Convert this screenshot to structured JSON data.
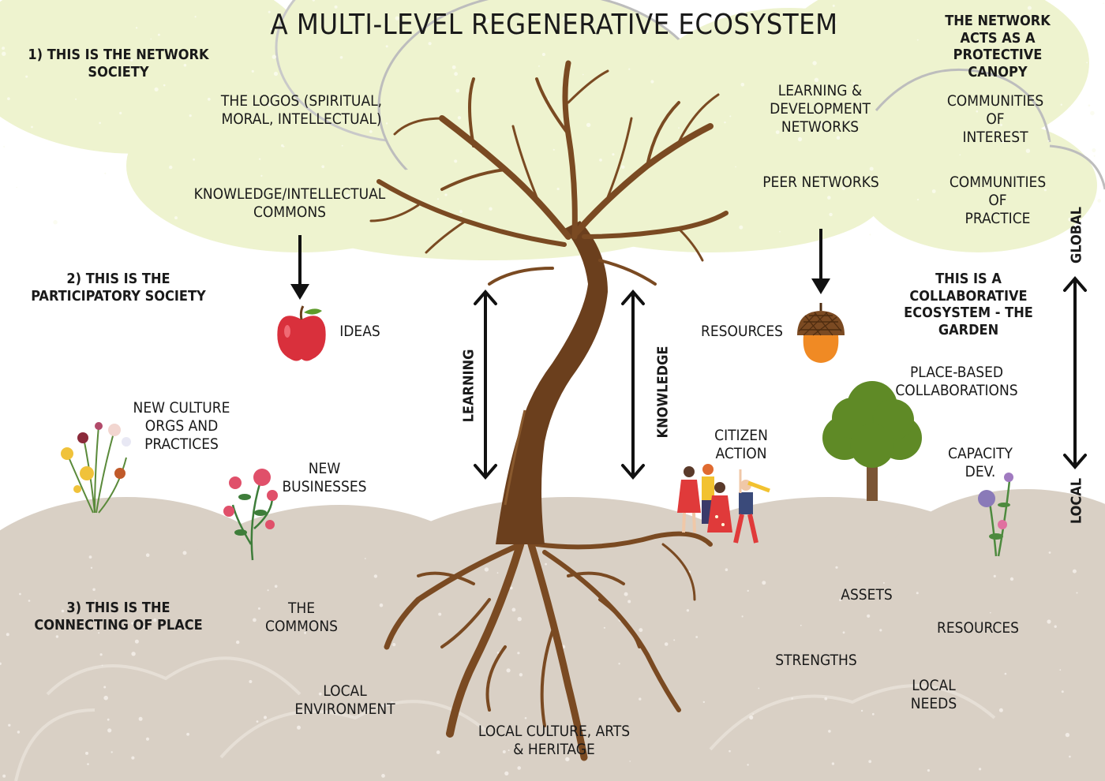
{
  "title": "A MULTI-LEVEL REGENERATIVE ECOSYSTEM",
  "levels": {
    "network": "1) THIS IS THE NETWORK\nSOCIETY",
    "participatory": "2) THIS IS THE\nPARTICIPATORY SOCIETY",
    "place": "3) THIS IS THE\nCONNECTING OF PLACE"
  },
  "canopy_note": "THE NETWORK ACTS AS A\nPROTECTIVE CANOPY",
  "garden_note": "THIS IS A COLLABORATIVE\nECOSYSTEM - THE GARDEN",
  "canopy_items": {
    "logos": "THE LOGOS (SPIRITUAL,\nMORAL, INTELLECTUAL)",
    "knowledge_commons": "KNOWLEDGE/INTELLECTUAL\nCOMMONS",
    "learning_networks": "LEARNING &\nDEVELOPMENT\nNETWORKS",
    "communities_interest": "COMMUNITIES OF\nINTEREST",
    "peer_networks": "PEER NETWORKS",
    "communities_practice": "COMMUNITIES OF\nPRACTICE"
  },
  "middle_items": {
    "ideas": "IDEAS",
    "resources": "RESOURCES",
    "learning": "LEARNING",
    "knowledge": "KNOWLEDGE",
    "new_culture": "NEW CULTURE\nORGS AND\nPRACTICES",
    "new_businesses": "NEW\nBUSINESSES",
    "place_based": "PLACE-BASED\nCOLLABORATIONS",
    "citizen_action": "CITIZEN\nACTION",
    "capacity_dev": "CAPACITY\nDEV."
  },
  "scale": {
    "global": "GLOBAL",
    "local": "LOCAL"
  },
  "ground_items": {
    "the_commons": "THE\nCOMMONS",
    "local_environment": "LOCAL\nENVIRONMENT",
    "local_culture": "LOCAL CULTURE, ARTS\n& HERITAGE",
    "assets": "ASSETS",
    "resources": "RESOURCES",
    "strengths": "STRENGTHS",
    "local_needs": "LOCAL\nNEEDS"
  },
  "colors": {
    "canopy": "#eef3cf",
    "ground": "#d9d0c5",
    "trunk": "#6b3f1d",
    "branch": "#7a4a22",
    "apple": "#d9303c",
    "acorn_cap": "#7b4a22",
    "acorn_nut": "#f08a24",
    "tree_leaves": "#5f8a26"
  }
}
